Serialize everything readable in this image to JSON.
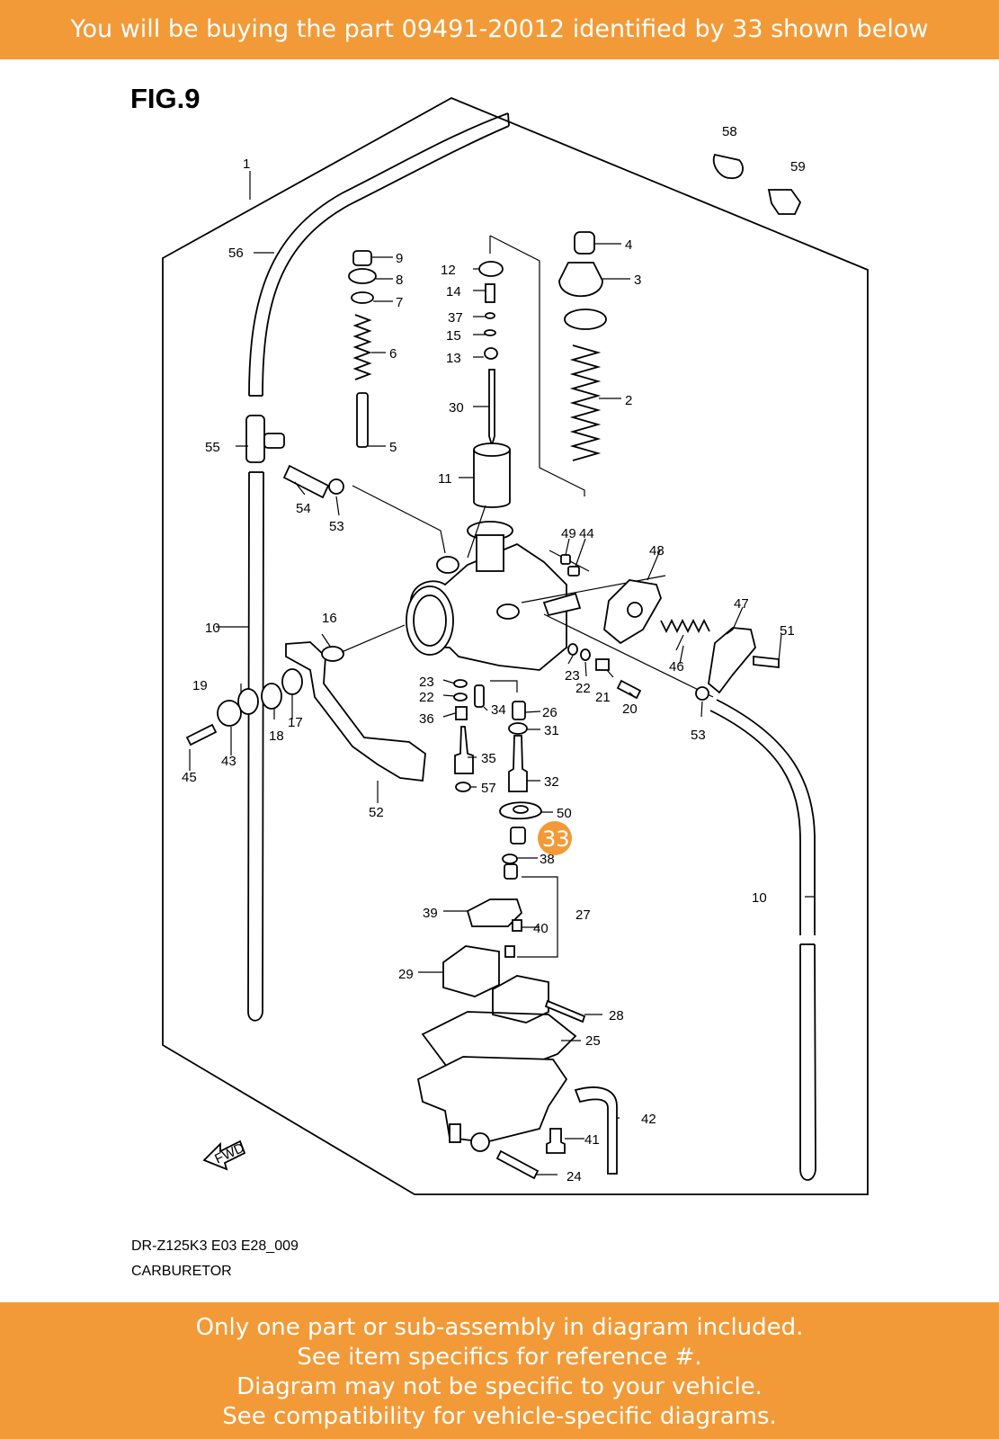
{
  "header": {
    "text": "You will be buying the part 09491-20012 identified by 33 shown below"
  },
  "figure": {
    "title": "FIG.9",
    "model_code": "DR-Z125K3 E03 E28_009",
    "name": "CARBURETOR",
    "fwd_label": "FWD",
    "highlight": {
      "number": "33",
      "color": "#f29a37"
    }
  },
  "parts": [
    "1",
    "2",
    "3",
    "4",
    "5",
    "6",
    "7",
    "8",
    "9",
    "10",
    "10",
    "11",
    "12",
    "13",
    "14",
    "15",
    "16",
    "17",
    "18",
    "19",
    "20",
    "21",
    "22",
    "22",
    "23",
    "23",
    "24",
    "25",
    "26",
    "27",
    "28",
    "29",
    "30",
    "31",
    "32",
    "34",
    "35",
    "36",
    "37",
    "38",
    "39",
    "40",
    "41",
    "42",
    "43",
    "44",
    "45",
    "46",
    "47",
    "48",
    "49",
    "50",
    "51",
    "52",
    "53",
    "53",
    "54",
    "55",
    "56",
    "57",
    "58",
    "59"
  ],
  "footer": {
    "lines": [
      "Only one part or sub-assembly in diagram included.",
      "See item specifics for reference #.",
      "Diagram may not be specific to your vehicle.",
      "See compatibility for vehicle-specific diagrams."
    ]
  },
  "colors": {
    "banner": "#f29a37",
    "banner_text": "#ffffff"
  }
}
